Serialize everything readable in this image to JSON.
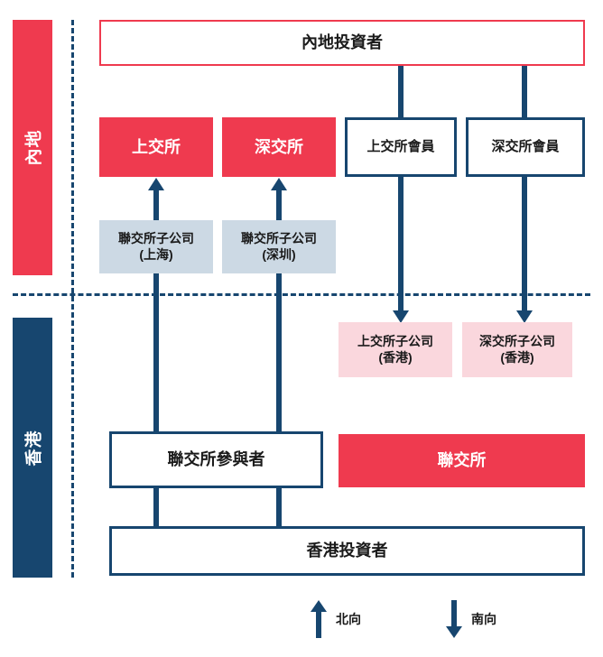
{
  "diagram": {
    "regions": [
      {
        "id": "mainland",
        "label": "內地",
        "color": "#ef3a4f"
      },
      {
        "id": "hongkong",
        "label": "香港",
        "color": "#17466f"
      }
    ],
    "nodes": {
      "mainland_investor": "內地投資者",
      "sse": "上交所",
      "szse": "深交所",
      "sehk_sub_shanghai": "聯交所子公司\n(上海)",
      "sehk_sub_shenzhen": "聯交所子公司\n(深圳)",
      "sse_member": "上交所會員",
      "szse_member": "深交所會員",
      "sse_sub_hk": "上交所子公司\n(香港)",
      "szse_sub_hk": "深交所子公司\n(香港)",
      "sehk_participant": "聯交所參與者",
      "sehk": "聯交所",
      "hk_investor": "香港投資者"
    },
    "legend": [
      {
        "id": "northbound",
        "label": "北向",
        "direction": "up",
        "color": "#17466f"
      },
      {
        "id": "southbound",
        "label": "南向",
        "direction": "down",
        "color": "#17466f"
      }
    ],
    "colors": {
      "red": "#ef3a4f",
      "navy": "#17466f",
      "grey_box": "#ccd9e4",
      "pink_box": "#fad7dd",
      "text": "#1a1a1a"
    }
  }
}
